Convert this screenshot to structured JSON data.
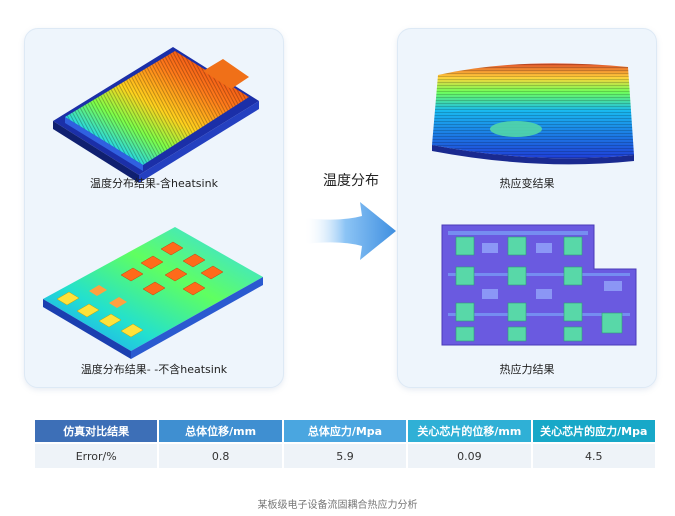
{
  "left_panel": {
    "caption_top": "温度分布结果-含heatsink",
    "caption_bottom": "温度分布结果-  -不含heatsink"
  },
  "center": {
    "title": "温度分布"
  },
  "right_panel": {
    "caption_top": "热应变结果",
    "caption_bottom": "热应力结果"
  },
  "table": {
    "headers": [
      "仿真对比结果",
      "总体位移/mm",
      "总体应力/Mpa",
      "关心芯片的位移/mm",
      "关心芯片的应力/Mpa"
    ],
    "row": [
      "Error/%",
      "0.8",
      "5.9",
      "0.09",
      "4.5"
    ]
  },
  "footnote": "某板级电子设备流固耦合热应力分析",
  "colors": {
    "header_1": "#3d6fb7",
    "header_2": "#3f8fd1",
    "header_3": "#4aa6e0",
    "header_4": "#2fb0d6",
    "header_5": "#17a8c8",
    "arrow": "#3f8fe0"
  }
}
